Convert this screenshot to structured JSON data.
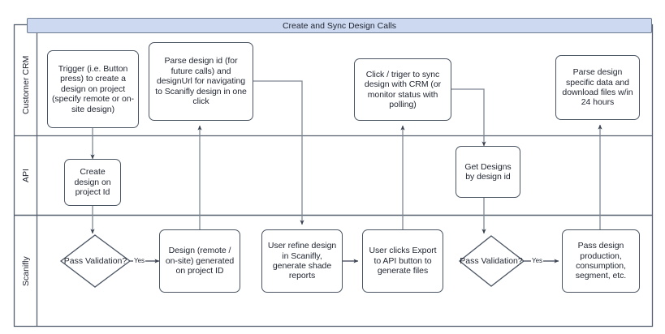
{
  "diagram": {
    "title": "Create and Sync Design Calls",
    "type": "swimlane-flowchart",
    "lanes": [
      {
        "id": "lane-customer-crm",
        "label": "Customer CRM"
      },
      {
        "id": "lane-api",
        "label": "API"
      },
      {
        "id": "lane-scanifly",
        "label": "Scanifly"
      }
    ],
    "nodes": [
      {
        "id": "trigger-create-design",
        "lane": "Customer CRM",
        "shape": "process",
        "text": "Trigger (i.e. Button press) to create a design on project (specify remote or on-site design)"
      },
      {
        "id": "parse-design-id",
        "lane": "Customer CRM",
        "shape": "process",
        "text": "Parse design id (for future calls) and designUrl for navigating to Scanifly design in one click"
      },
      {
        "id": "click-trigger-sync",
        "lane": "Customer CRM",
        "shape": "process",
        "text": "Click / triger to sync design with CRM (or monitor status with polling)"
      },
      {
        "id": "parse-design-specific-data",
        "lane": "Customer CRM",
        "shape": "process",
        "text": "Parse design specific data and download files w/in 24 hours"
      },
      {
        "id": "create-design-on-project-id",
        "lane": "API",
        "shape": "process",
        "text": "Create design on project Id"
      },
      {
        "id": "get-designs-by-design-id",
        "lane": "API",
        "shape": "process",
        "text": "Get Designs by design id"
      },
      {
        "id": "pass-validation-1",
        "lane": "Scanifly",
        "shape": "decision",
        "text": "Pass Validation?"
      },
      {
        "id": "design-generated-on-project-id",
        "lane": "Scanifly",
        "shape": "process",
        "text": "Design (remote / on-site) generated on project ID"
      },
      {
        "id": "user-refine-design",
        "lane": "Scanifly",
        "shape": "process",
        "text": "User refine design in Scanifly, generate shade reports"
      },
      {
        "id": "user-clicks-export-to-api",
        "lane": "Scanifly",
        "shape": "process",
        "text": "User clicks Export to API button to generate files"
      },
      {
        "id": "pass-validation-2",
        "lane": "Scanifly",
        "shape": "decision",
        "text": "Pass Validation?"
      },
      {
        "id": "pass-design-production",
        "lane": "Scanifly",
        "shape": "process",
        "text": "Pass design production, consumption, segment, etc."
      }
    ],
    "edges": [
      {
        "id": "edge-trigger-to-create",
        "from": "trigger-create-design",
        "to": "create-design-on-project-id",
        "label": ""
      },
      {
        "id": "edge-create-to-validation1",
        "from": "create-design-on-project-id",
        "to": "pass-validation-1",
        "label": ""
      },
      {
        "id": "edge-validation1-to-design",
        "from": "pass-validation-1",
        "to": "design-generated-on-project-id",
        "label": "Yes"
      },
      {
        "id": "edge-design-to-parse-id",
        "from": "design-generated-on-project-id",
        "to": "parse-design-id",
        "label": ""
      },
      {
        "id": "edge-parse-id-to-refine",
        "from": "parse-design-id",
        "to": "user-refine-design",
        "label": ""
      },
      {
        "id": "edge-refine-to-export",
        "from": "user-refine-design",
        "to": "user-clicks-export-to-api",
        "label": ""
      },
      {
        "id": "edge-export-to-click-sync",
        "from": "user-clicks-export-to-api",
        "to": "click-trigger-sync",
        "label": ""
      },
      {
        "id": "edge-click-sync-to-get-designs",
        "from": "click-trigger-sync",
        "to": "get-designs-by-design-id",
        "label": ""
      },
      {
        "id": "edge-get-designs-to-validation2",
        "from": "get-designs-by-design-id",
        "to": "pass-validation-2",
        "label": ""
      },
      {
        "id": "edge-validation2-to-pass-design",
        "from": "pass-validation-2",
        "to": "pass-design-production",
        "label": "Yes"
      },
      {
        "id": "edge-pass-design-to-parse-specific",
        "from": "pass-design-production",
        "to": "parse-design-specific-data",
        "label": ""
      }
    ],
    "colors": {
      "pool_header_fill": "#ccd9f0",
      "node_stroke": "#4b5563",
      "lane_divider": "#56606e",
      "connector": "#7f8894",
      "text": "#1f2430",
      "canvas": "#ffffff"
    }
  }
}
